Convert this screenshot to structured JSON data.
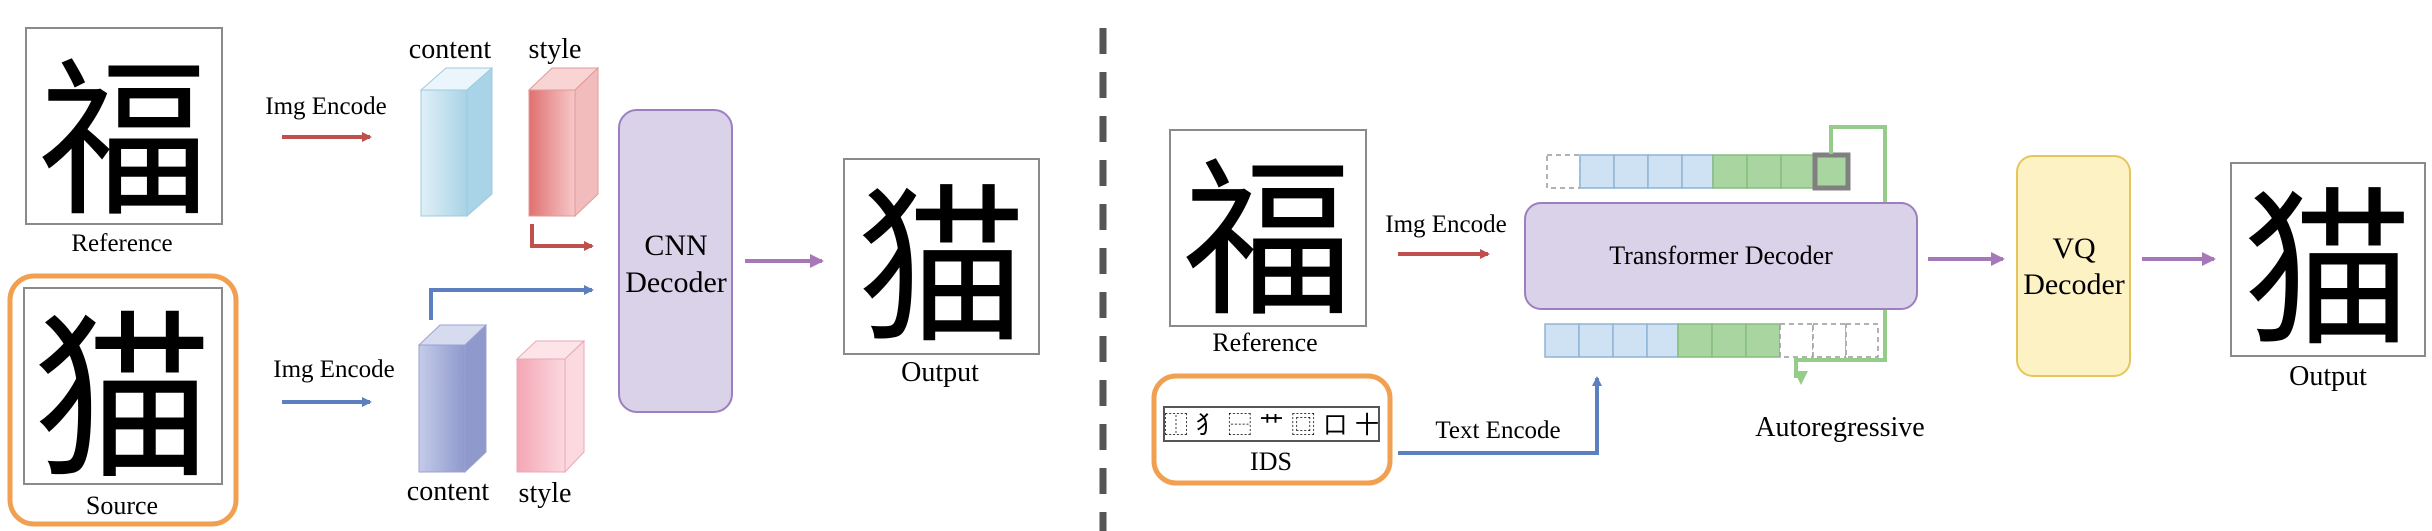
{
  "colors": {
    "red": "#c0504d",
    "blue": "#5b7fbf",
    "purple_arrow": "#a678b8",
    "green": "#96cc8a",
    "orange": "#f0a050",
    "decoder_fill": "#d9d2e9",
    "decoder_stroke": "#9b7fbf",
    "vq_fill": "#fdf2c4",
    "vq_stroke": "#e6c65c",
    "token_blue": "#cfe2f3",
    "token_green": "#a8d5a0",
    "divider": "#555555"
  },
  "left_panel": {
    "reference_label": "Reference",
    "reference_char": "福",
    "source_label": "Source",
    "source_char": "猫",
    "img_encode_top": "Img Encode",
    "img_encode_bottom": "Img Encode",
    "content_top_label": "content",
    "style_top_label": "style",
    "content_bottom_label": "content",
    "style_bottom_label": "style",
    "decoder_line1": "CNN",
    "decoder_line2": "Decoder",
    "output_char": "猫",
    "output_label": "Output"
  },
  "right_panel": {
    "reference_label": "Reference",
    "reference_char": "福",
    "img_encode_label": "Img Encode",
    "ids_components": [
      "⿰",
      "犭",
      "⿱",
      "艹",
      "⿴",
      "口",
      "十"
    ],
    "ids_label": "IDS",
    "text_encode_label": "Text Encode",
    "transformer_label": "Transformer Decoder",
    "autoregressive_label": "Autoregressive",
    "vq_line1": "VQ",
    "vq_line2": "Decoder",
    "output_char": "猫",
    "output_label": "Output"
  }
}
